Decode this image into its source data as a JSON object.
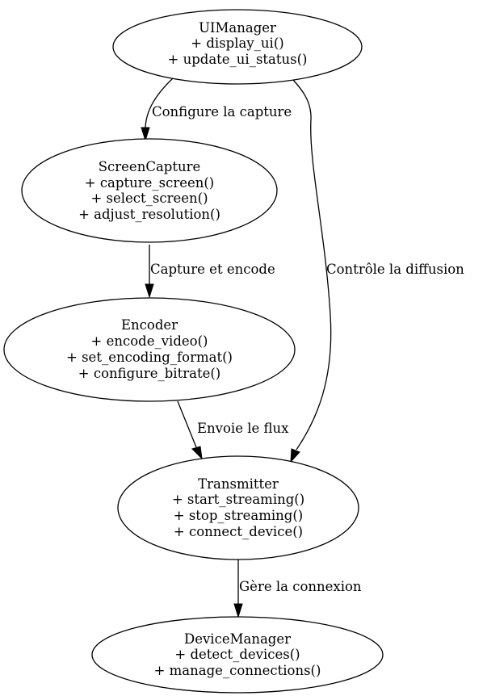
{
  "diagram": {
    "nodes": [
      {
        "id": "uimanager",
        "title": "UIManager",
        "methods": [
          "+ display_ui()",
          "+ update_ui_status()"
        ]
      },
      {
        "id": "screencapture",
        "title": "ScreenCapture",
        "methods": [
          "+ capture_screen()",
          "+ select_screen()",
          "+ adjust_resolution()"
        ]
      },
      {
        "id": "encoder",
        "title": "Encoder",
        "methods": [
          "+ encode_video()",
          "+ set_encoding_format()",
          "+ configure_bitrate()"
        ]
      },
      {
        "id": "transmitter",
        "title": "Transmitter",
        "methods": [
          "+ start_streaming()",
          "+ stop_streaming()",
          "+ connect_device()"
        ]
      },
      {
        "id": "devicemanager",
        "title": "DeviceManager",
        "methods": [
          "+ detect_devices()",
          "+ manage_connections()"
        ]
      }
    ],
    "edges": [
      {
        "from": "uimanager",
        "to": "screencapture",
        "label": "Configure la capture"
      },
      {
        "from": "uimanager",
        "to": "transmitter",
        "label": "Contrôle la diffusion"
      },
      {
        "from": "screencapture",
        "to": "encoder",
        "label": "Capture et encode"
      },
      {
        "from": "encoder",
        "to": "transmitter",
        "label": "Envoie le flux"
      },
      {
        "from": "transmitter",
        "to": "devicemanager",
        "label": "Gère la connexion"
      }
    ]
  }
}
